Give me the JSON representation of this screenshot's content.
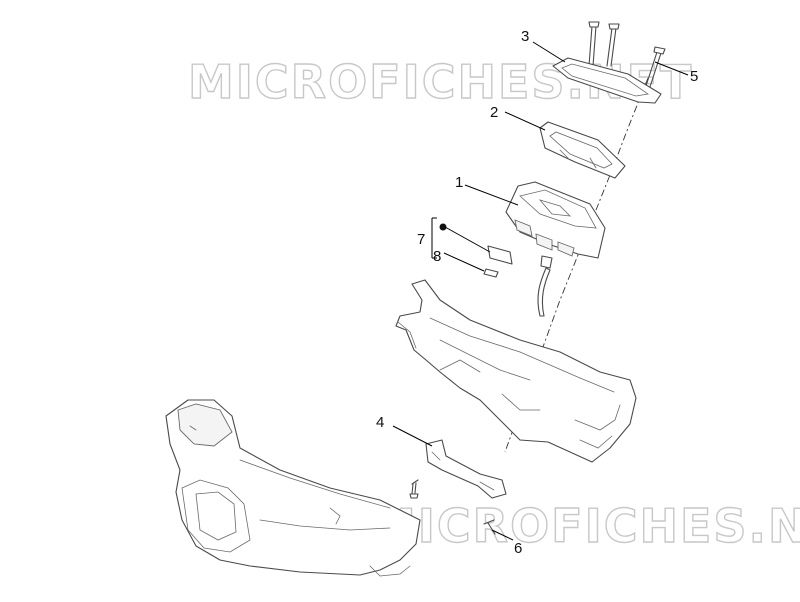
{
  "watermark": {
    "top_text": "MICROFICHES.NET",
    "bottom_text": "MICROFICHES.NET"
  },
  "callouts": {
    "part_1": "1",
    "part_2": "2",
    "part_3": "3",
    "part_4": "4",
    "part_5": "5",
    "part_6": "6",
    "part_7": "7",
    "part_8": "8"
  }
}
